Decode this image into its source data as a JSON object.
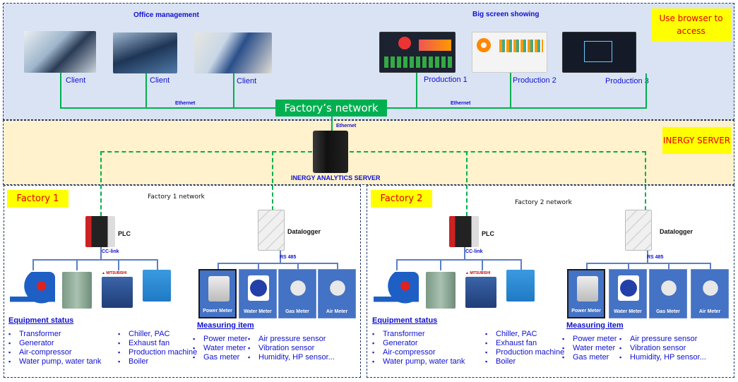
{
  "top": {
    "office_title": "Office management",
    "big_screen_title": "Big screen showing",
    "clients": [
      "Client",
      "Client",
      "Client"
    ],
    "productions": [
      "Production 1",
      "Production 2",
      "Production 3"
    ],
    "ethernet": "Ethernet",
    "network": "Factory’s network",
    "browser_note": "Use browser to access"
  },
  "server": {
    "ethernet": "Ethernet",
    "name": "INERGY ANALYTICS SERVER",
    "badge": "INERGY SERVER"
  },
  "factories": [
    {
      "label": "Factory 1",
      "network": "Factory 1 network",
      "plc": "PLC",
      "cc_link": "CC-link",
      "datalogger": "Datalogger",
      "rs485": "RS 485",
      "meters": [
        "Power Meter",
        "Water Meter",
        "Gas Meter",
        "Air Meter"
      ],
      "equipment_title": "Equipment status",
      "equipment_col1": [
        "Transformer",
        "Generator",
        "Air-compressor",
        "Water pump, water tank"
      ],
      "equipment_col2": [
        "Chiller, PAC",
        "Exhaust fan",
        "Production machine",
        "Boiler"
      ],
      "measuring_title": "Measuring item",
      "measuring_col1": [
        "Power meter",
        "Water meter",
        "Gas meter"
      ],
      "measuring_col2": [
        "Air pressure sensor",
        "Vibration sensor",
        "Humidity, HP sensor..."
      ]
    },
    {
      "label": "Factory 2",
      "network": "Factory 2 network",
      "plc": "PLC",
      "cc_link": "CC-link",
      "datalogger": "Datalogger",
      "rs485": "RS 485",
      "meters": [
        "Power Meter",
        "Water Meter",
        "Gas Meter",
        "Air Meter"
      ],
      "equipment_title": "Equipment status",
      "equipment_col1": [
        "Transformer",
        "Generator",
        "Air-compressor",
        "Water pump, water tank"
      ],
      "equipment_col2": [
        "Chiller, PAC",
        "Exhaust fan",
        "Production machine",
        "Boiler"
      ],
      "measuring_title": "Measuring item",
      "measuring_col1": [
        "Power meter",
        "Water meter",
        "Gas meter"
      ],
      "measuring_col2": [
        "Air pressure sensor",
        "Vibration sensor",
        "Humidity, HP sensor..."
      ]
    }
  ],
  "colors": {
    "network_green": "#00b050",
    "label_yellow": "#ffff00",
    "label_red": "#e00000",
    "text_blue": "#1010d0",
    "tile_blue": "#4472c4",
    "office_band": "#dae3f3",
    "server_band": "#fff2cc"
  }
}
